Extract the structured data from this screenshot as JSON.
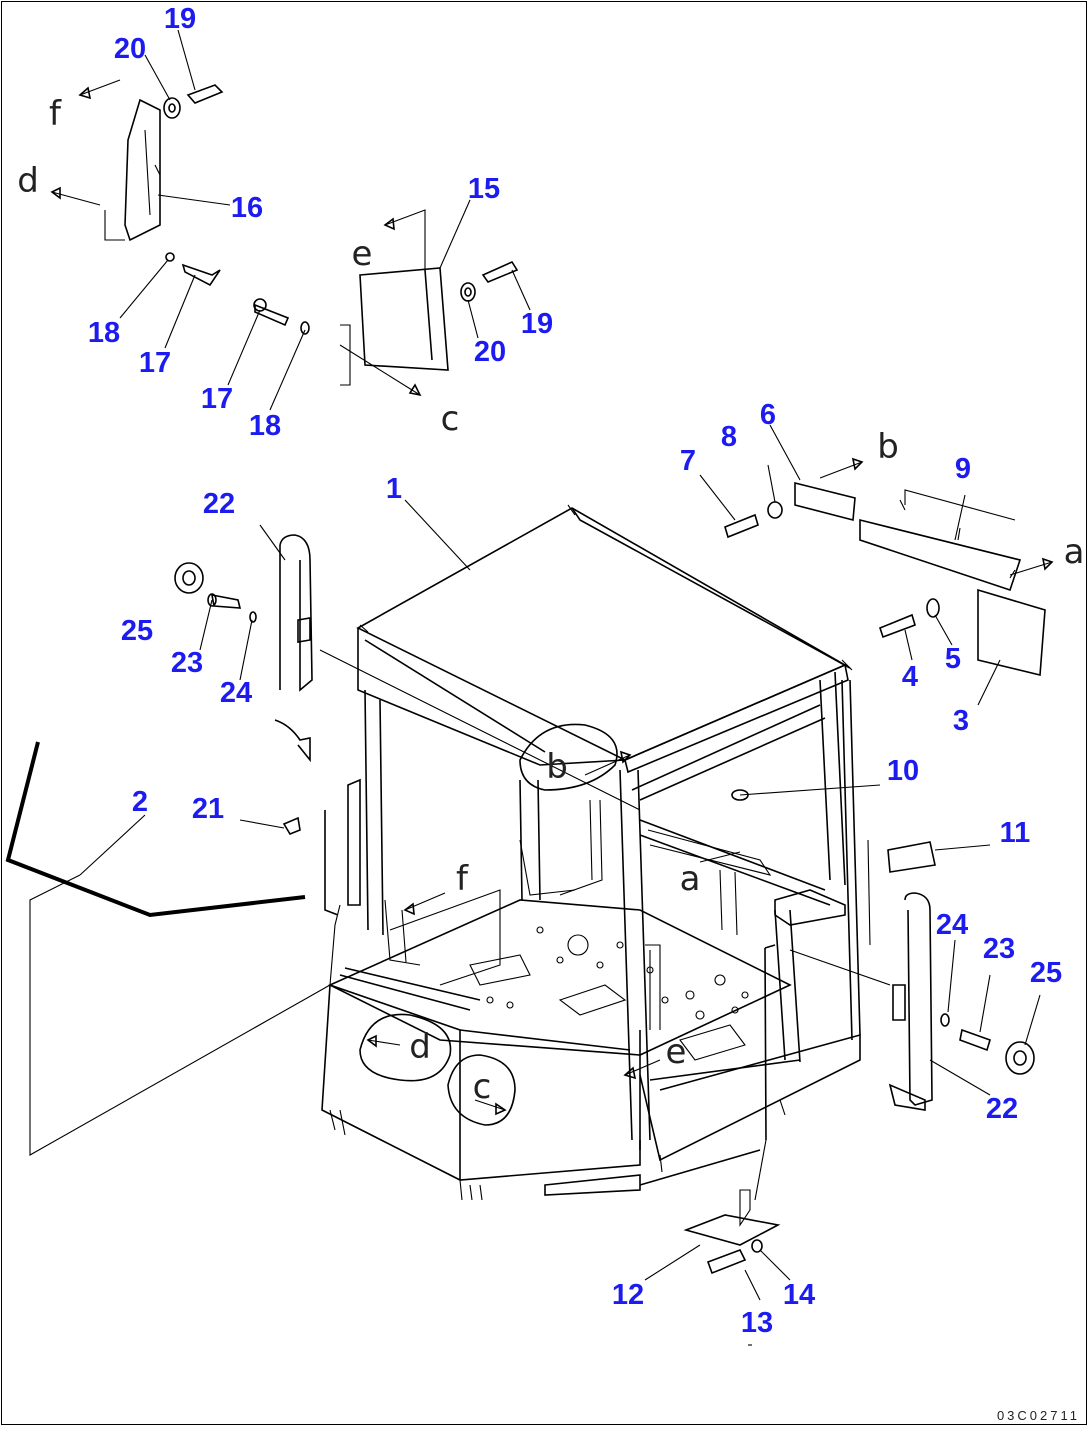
{
  "diagram": {
    "part_numbers": [
      "1",
      "2",
      "3",
      "4",
      "5",
      "6",
      "7",
      "8",
      "9",
      "10",
      "11",
      "12",
      "13",
      "14",
      "15",
      "16",
      "17",
      "17",
      "18",
      "18",
      "19",
      "19",
      "20",
      "20",
      "21",
      "22",
      "22",
      "23",
      "23",
      "24",
      "24",
      "25",
      "25"
    ],
    "detail_letters": [
      "a",
      "a",
      "b",
      "b",
      "c",
      "c",
      "d",
      "d",
      "e",
      "e",
      "f",
      "f"
    ],
    "drawing_code": "03C02711",
    "colors": {
      "callout": "#1c1cf0",
      "line": "#000000",
      "background": "#ffffff"
    }
  }
}
